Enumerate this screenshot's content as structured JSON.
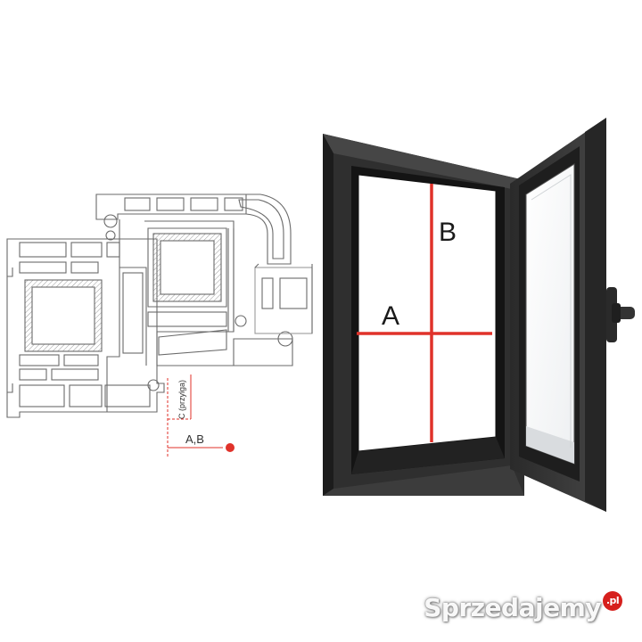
{
  "labels": {
    "dimension_a": "A",
    "dimension_b": "B",
    "profile_ab": "A,B",
    "profile_c": "C (przylga)"
  },
  "watermark": {
    "brand": "Sprzedajemy",
    "tld": ".pl"
  },
  "colors": {
    "measure_line": "#e0322a",
    "profile_outline": "#6a6a6a",
    "frame": "#2b2b2b",
    "watermark_badge": "#d6201d"
  },
  "icons": {
    "handle": "window-handle-icon"
  }
}
